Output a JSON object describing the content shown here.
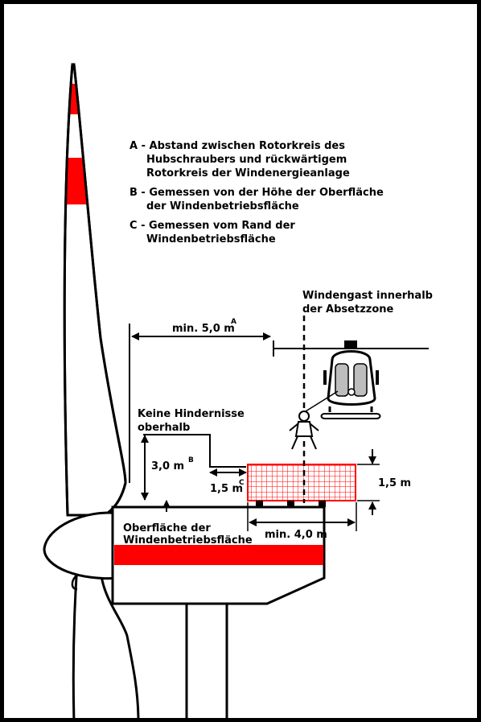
{
  "legend": {
    "a_line1": "A - Abstand zwischen Rotorkreis des",
    "a_line2": "Hubschraubers und rückwärtigem",
    "a_line3": "Rotorkreis der Windenergieanlage",
    "b_line1": "B - Gemessen von der Höhe der Oberfläche",
    "b_line2": "der Windenbetriebsfläche",
    "c_line1": "C - Gemessen vom Rand der",
    "c_line2": "Windenbetriebsfläche"
  },
  "labels": {
    "windengast_line1": "Windengast innerhalb",
    "windengast_line2": "der Absetzzone",
    "min5": "min. 5,0 m",
    "min5_sup": "A",
    "keine_line1": "Keine Hindernisse",
    "keine_line2": "oberhalb",
    "h30": "3,0 m",
    "h30_sup": "B",
    "d15": "1,5 m",
    "d15_sup": "C",
    "h15": "1,5 m",
    "oberflaeche_line1": "Oberfläche der",
    "oberflaeche_line2": "Windenbetriebsfläche",
    "min4": "min. 4,0 m"
  },
  "colors": {
    "background": "#ffffff",
    "frame": "#000000",
    "stripe": "#ff0000",
    "grid": "#ff0000",
    "helicopter_window": "#bdbdbd"
  }
}
